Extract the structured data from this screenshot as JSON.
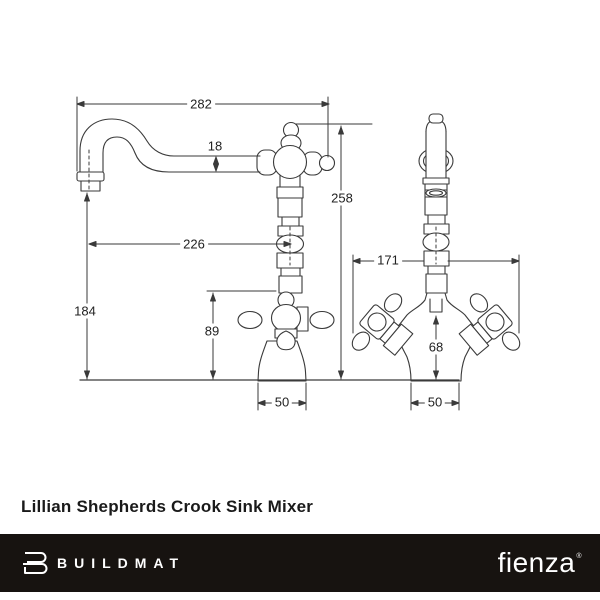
{
  "title": "Lillian Shepherds Crook Sink Mixer",
  "drawing": {
    "description": "two-view technical line drawing of kitchen sink mixer tap",
    "dimensions": {
      "overall_reach": "282",
      "spout_outer_diameter": "18",
      "overall_height": "258",
      "reach_to_centre": "226",
      "outlet_clearance": "184",
      "handle_top_height": "89",
      "handle_span": "171",
      "body_clearance": "68",
      "base_width_front": "50",
      "base_width_side": "50"
    },
    "line_color": "#3a3a3a"
  },
  "footer": {
    "brand_left": "BUILDMAT",
    "brand_right": "fienza",
    "registered_mark": "®",
    "background": "#171310",
    "text_color": "#ffffff"
  }
}
